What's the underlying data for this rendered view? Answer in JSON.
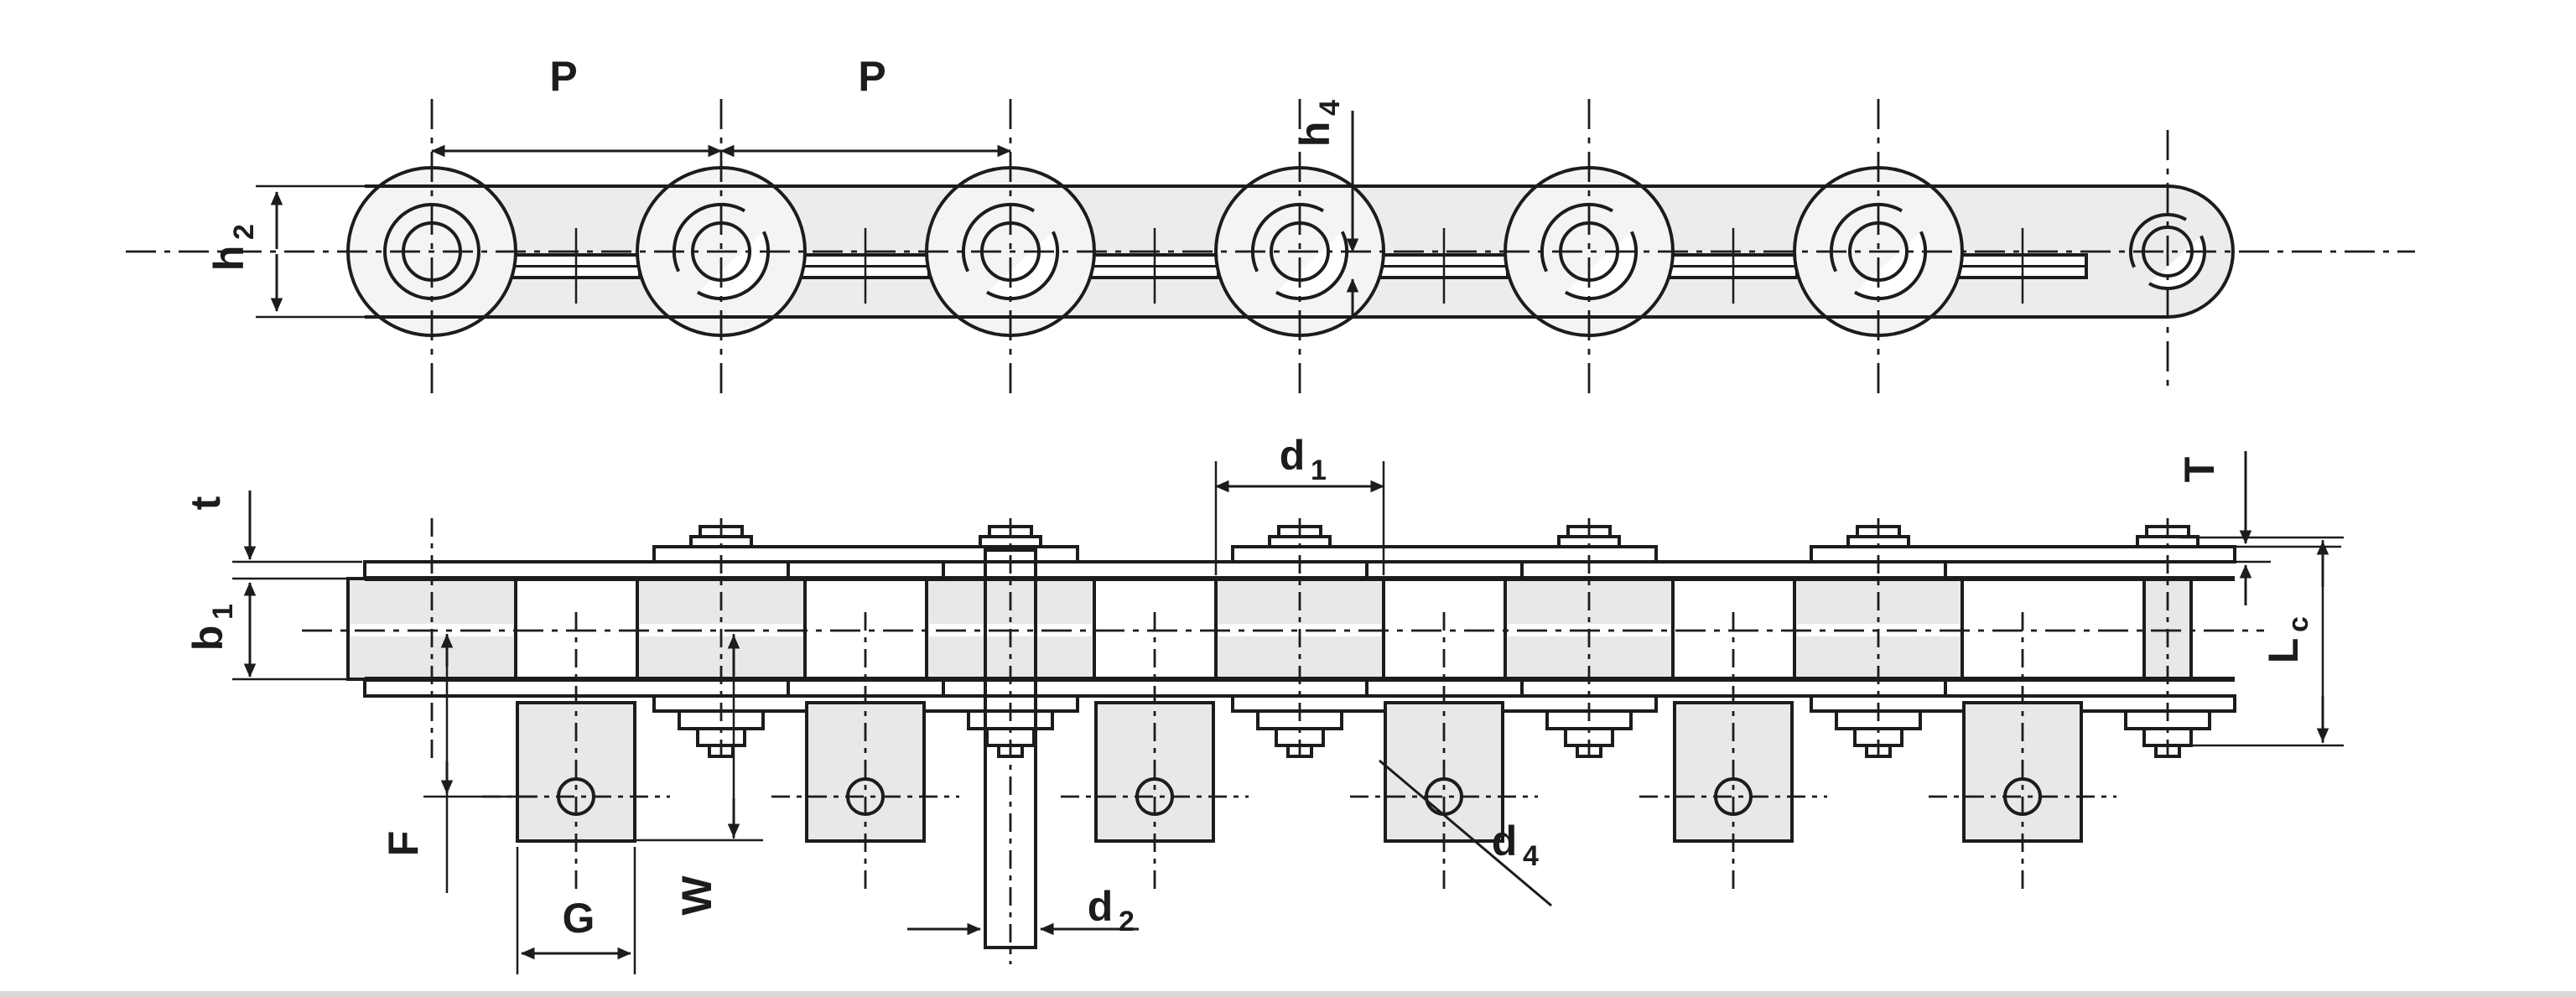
{
  "colors": {
    "ink": "#1c1c1c",
    "chain": "#ececec",
    "roller": "#f4f4f4",
    "panel": "#e8e8e8",
    "footer": "#d8d8d8"
  },
  "labels": {
    "p1": {
      "text": "P"
    },
    "p2": {
      "text": "P"
    },
    "h2": {
      "base": "h",
      "sub": "2"
    },
    "h4": {
      "base": "h",
      "sub": "4"
    },
    "t": {
      "text": "t"
    },
    "b1": {
      "base": "b",
      "sub": "1"
    },
    "F": {
      "text": "F"
    },
    "G": {
      "text": "G"
    },
    "W": {
      "text": "W"
    },
    "d1": {
      "base": "d",
      "sub": "1"
    },
    "d2": {
      "base": "d",
      "sub": "2"
    },
    "d4": {
      "base": "d",
      "sub": "4"
    },
    "T": {
      "text": "T"
    },
    "Lc": {
      "base": "L",
      "sub": "c"
    }
  }
}
